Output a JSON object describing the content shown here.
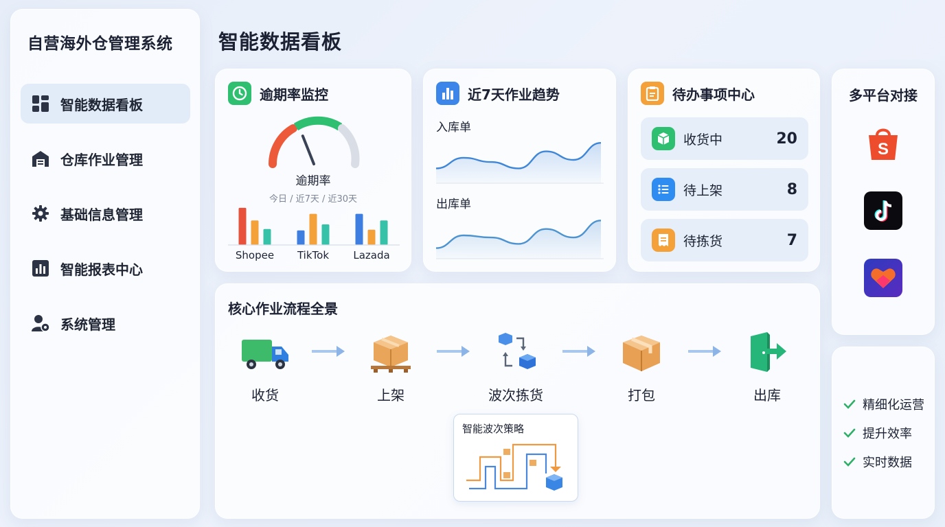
{
  "sidebar": {
    "app_title": "自营海外仓管理系统",
    "items": [
      {
        "label": "智能数据看板",
        "icon": "dashboard-grid-icon",
        "active": true
      },
      {
        "label": "仓库作业管理",
        "icon": "warehouse-icon",
        "active": false
      },
      {
        "label": "基础信息管理",
        "icon": "gear-icon",
        "active": false
      },
      {
        "label": "智能报表中心",
        "icon": "bar-chart-icon",
        "active": false
      },
      {
        "label": "系统管理",
        "icon": "user-settings-icon",
        "active": false
      }
    ]
  },
  "header": {
    "title": "智能数据看板"
  },
  "overdue_card": {
    "title": "逾期率监控",
    "icon": "clock-icon",
    "gauge_label": "逾期率",
    "range_label": "今日 / 近7天 / 近30天",
    "gauge_value": 0.38,
    "platforms": [
      "Shopee",
      "TikTok",
      "Lazada"
    ]
  },
  "trend_card": {
    "title": "近7天作业趋势",
    "icon": "bar-chart-icon",
    "inbound_label": "入库单",
    "outbound_label": "出库单"
  },
  "todo_card": {
    "title": "待办事项中心",
    "icon": "clipboard-icon",
    "items": [
      {
        "label": "收货中",
        "count": "20",
        "icon": "box-icon",
        "color": "#2fbf71"
      },
      {
        "label": "待上架",
        "count": "8",
        "icon": "list-icon",
        "color": "#2f8cf0"
      },
      {
        "label": "待拣货",
        "count": "7",
        "icon": "receipt-icon",
        "color": "#f5a13a"
      }
    ]
  },
  "platform_card": {
    "title": "多平台对接",
    "logos": [
      "shopee-logo-icon",
      "tiktok-logo-icon",
      "lazada-logo-icon"
    ]
  },
  "flow_card": {
    "title": "核心作业流程全景",
    "steps": [
      {
        "label": "收货",
        "icon": "truck-icon"
      },
      {
        "label": "上架",
        "icon": "pallet-boxes-icon"
      },
      {
        "label": "波次拣货",
        "icon": "cube-cycle-icon"
      },
      {
        "label": "打包",
        "icon": "package-icon"
      },
      {
        "label": "出库",
        "icon": "exit-door-icon"
      }
    ],
    "strategy_title": "智能波次策略"
  },
  "features": [
    "精细化运营",
    "提升效率",
    "实时数据"
  ],
  "chart_data": [
    {
      "type": "bar",
      "categories": [
        "Shopee",
        "TikTok",
        "Lazada"
      ],
      "series": [
        {
          "values": [
            56,
            22,
            47
          ]
        },
        {
          "values": [
            37,
            47,
            23
          ]
        },
        {
          "values": [
            24,
            31,
            37
          ]
        }
      ],
      "colors": [
        "#e8513b",
        "#f5a13a",
        "#36c2a8",
        "#3d7ee0"
      ]
    },
    {
      "type": "area",
      "label": "入库单",
      "values": [
        0.3,
        0.55,
        0.45,
        0.3,
        0.7,
        0.5,
        0.9
      ]
    },
    {
      "type": "area",
      "label": "出库单",
      "values": [
        0.2,
        0.5,
        0.45,
        0.3,
        0.65,
        0.45,
        0.85
      ]
    }
  ]
}
